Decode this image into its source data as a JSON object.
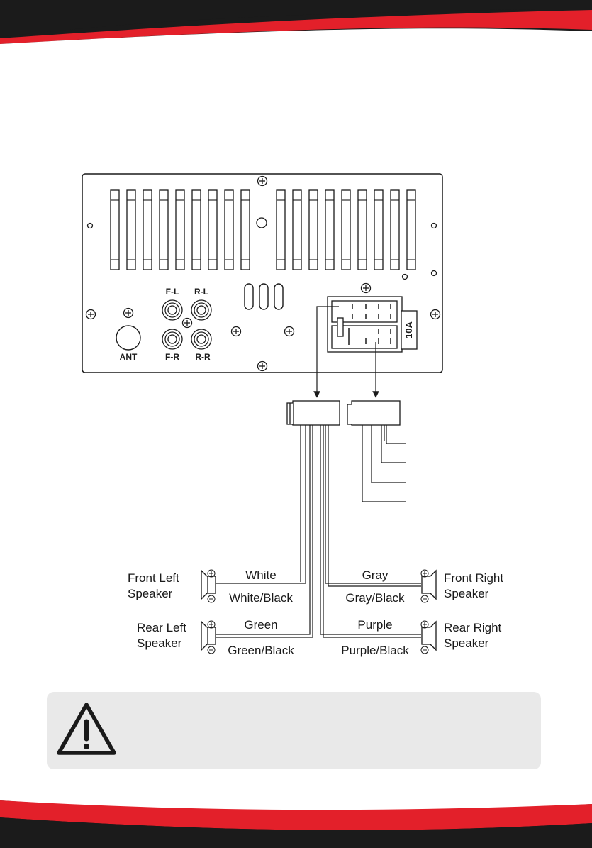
{
  "colors": {
    "accent": "#e3202a",
    "band": "#1b1b1b",
    "line": "#1a1a1a",
    "warning_bg": "#e9e9e9"
  },
  "unit": {
    "ant": "ANT",
    "rca_fl": "F-L",
    "rca_rl": "R-L",
    "rca_fr": "F-R",
    "rca_rr": "R-R",
    "fuse": "10A"
  },
  "speakers": {
    "front_left": {
      "line1": "Front Left",
      "line2": "Speaker",
      "pos_wire": "White",
      "neg_wire": "White/Black"
    },
    "rear_left": {
      "line1": "Rear Left",
      "line2": "Speaker",
      "pos_wire": "Green",
      "neg_wire": "Green/Black"
    },
    "front_right": {
      "line1": "Front Right",
      "line2": "Speaker",
      "pos_wire": "Gray",
      "neg_wire": "Gray/Black"
    },
    "rear_right": {
      "line1": "Rear Right",
      "line2": "Speaker",
      "pos_wire": "Purple",
      "neg_wire": "Purple/Black"
    }
  },
  "icons": {
    "warning": "warning-triangle-icon",
    "screw": "screw-icon",
    "speaker": "speaker-icon"
  }
}
